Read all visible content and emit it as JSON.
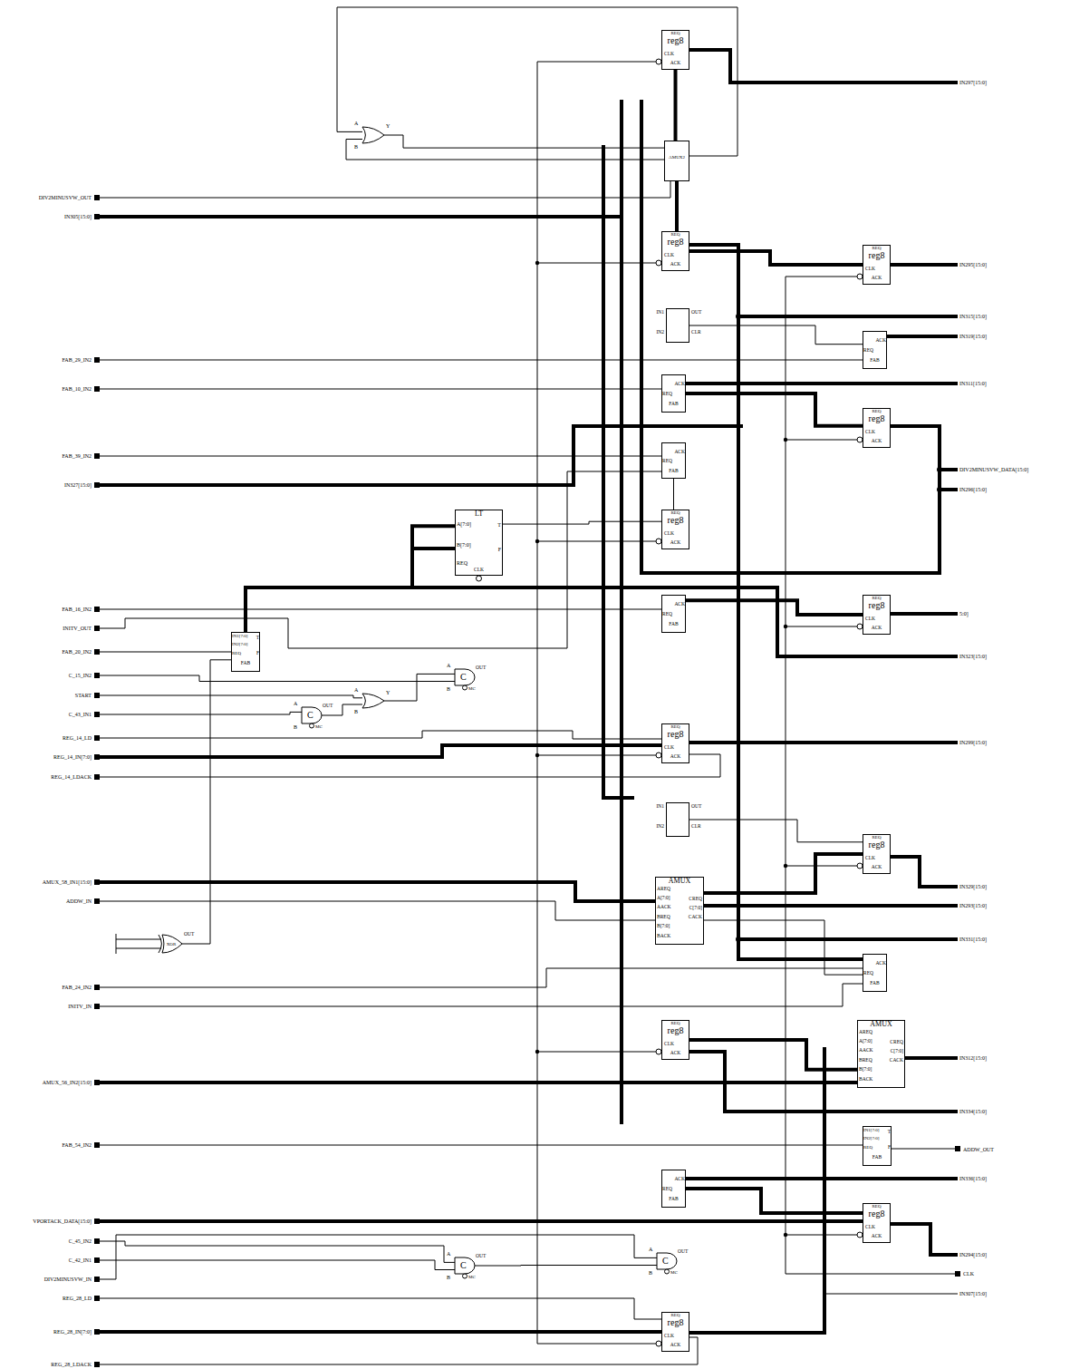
{
  "diagram": {
    "nodes": [
      {
        "text": [
          "REQ",
          "reg8",
          "CLK",
          "ACK"
        ]
      },
      {
        "text": [
          "A",
          "B",
          "Y"
        ]
      },
      {
        "text": [
          "AMUX2"
        ]
      },
      {
        "text": [
          "REQ",
          "reg8",
          "CLK",
          "ACK"
        ]
      },
      {
        "text": [
          "REQ",
          "reg8",
          "CLK",
          "ACK"
        ]
      },
      {
        "text": [
          "IN1",
          "OUT",
          "IN2",
          "CLR"
        ]
      },
      {
        "text": [
          "REQ",
          "ACK",
          "FAB"
        ]
      },
      {
        "text": [
          "REQ",
          "ACK",
          "FAB"
        ]
      },
      {
        "text": [
          "REQ",
          "reg8",
          "CLK",
          "ACK"
        ]
      },
      {
        "text": [
          "REQ",
          "ACK",
          "FAB"
        ]
      },
      {
        "text": [
          "LT",
          "A[7:0]",
          "B[7:0]",
          "REQ",
          "CLK",
          "T",
          "F"
        ]
      },
      {
        "text": [
          "REQ",
          "reg8",
          "CLK",
          "ACK"
        ]
      },
      {
        "text": [
          "REQ",
          "ACK",
          "FAB"
        ]
      },
      {
        "text": [
          "REQ",
          "reg8",
          "CLK",
          "ACK"
        ]
      },
      {
        "text": [
          "IN1[7:0]",
          "IN2[7:0]",
          "REQ",
          "FAB",
          "T",
          "F"
        ]
      },
      {
        "text": [
          "A",
          "B",
          "C",
          "OUT",
          "MC"
        ]
      },
      {
        "text": [
          "A",
          "B",
          "Y"
        ]
      },
      {
        "text": [
          "A",
          "B",
          "C",
          "OUT",
          "MC"
        ]
      },
      {
        "text": [
          "REQ",
          "reg8",
          "CLK",
          "ACK"
        ]
      },
      {
        "text": [
          "IN1",
          "OUT",
          "IN2",
          "CLR"
        ]
      },
      {
        "text": [
          "REQ",
          "reg8",
          "CLK",
          "ACK"
        ]
      },
      {
        "text": [
          "AMUX",
          "AREQ",
          "A[7:0]",
          "AACK",
          "BREQ",
          "B[7:0]",
          "BACK",
          "CREQ",
          "C[7:0]",
          "CACK"
        ]
      },
      {
        "text": [
          "XOR",
          "OUT"
        ]
      },
      {
        "text": [
          "REQ",
          "ACK",
          "FAB"
        ]
      },
      {
        "text": [
          "REQ",
          "reg8",
          "CLK",
          "ACK"
        ]
      },
      {
        "text": [
          "AMUX",
          "AREQ",
          "A[7:0]",
          "AACK",
          "BREQ",
          "B[7:0]",
          "BACK",
          "CREQ",
          "C[7:0]",
          "CACK"
        ]
      },
      {
        "text": [
          "IN1[7:0]",
          "IN2[7:0]",
          "REQ",
          "FAB",
          "T",
          "F"
        ]
      },
      {
        "text": [
          "REQ",
          "ACK",
          "FAB"
        ]
      },
      {
        "text": [
          "REQ",
          "reg8",
          "CLK",
          "ACK"
        ]
      },
      {
        "text": [
          "A",
          "B",
          "C",
          "OUT",
          "MC"
        ]
      },
      {
        "text": [
          "A",
          "B",
          "C",
          "OUT",
          "MC"
        ]
      },
      {
        "text": [
          "REQ",
          "reg8",
          "CLK",
          "ACK"
        ]
      }
    ],
    "edges": [
      {
        "from": 0,
        "to": 2,
        "arrow": "none"
      },
      {
        "from": 2,
        "to": 3,
        "arrow": "none"
      },
      {
        "from": 3,
        "to": 4,
        "arrow": "none"
      },
      {
        "from": 1,
        "to": 2,
        "arrow": "none"
      },
      {
        "from": 7,
        "to": 8,
        "arrow": "none"
      },
      {
        "from": 9,
        "to": 11,
        "arrow": "none"
      },
      {
        "from": 12,
        "to": 13,
        "arrow": "none"
      },
      {
        "from": 14,
        "to": 10,
        "arrow": "none"
      },
      {
        "from": 17,
        "to": 16,
        "arrow": "none"
      },
      {
        "from": 16,
        "to": 15,
        "arrow": "none"
      },
      {
        "from": 22,
        "to": 14,
        "arrow": "none"
      },
      {
        "from": 21,
        "to": 20,
        "arrow": "none"
      },
      {
        "from": 21,
        "to": 23,
        "arrow": "none"
      },
      {
        "from": 24,
        "to": 25,
        "arrow": "none"
      },
      {
        "from": 27,
        "to": 28,
        "arrow": "none"
      },
      {
        "from": 29,
        "to": 30,
        "arrow": "none"
      },
      {
        "from": 5,
        "to": 6,
        "arrow": "none"
      },
      {
        "from": 10,
        "to": 11,
        "arrow": "none"
      },
      {
        "from": 19,
        "to": 20,
        "arrow": "none"
      }
    ],
    "labels": [
      "DIV2MINUSVW_OUT",
      "IN305[15:0]",
      "FAB_29_IN2",
      "FAB_10_IN2",
      "FAB_39_IN2",
      "IN327[15:0]",
      "FAB_16_IN2",
      "INITV_OUT",
      "FAB_20_IN2",
      "C_15_IN2",
      "START",
      "C_43_IN1",
      "REG_14_LD",
      "REG_14_IN[7:0]",
      "REG_14_LDACK",
      "AMUX_58_IN1[15:0]",
      "ADDW_IN",
      "FAB_24_IN2",
      "INITV_IN",
      "AMUX_56_IN2[15:0]",
      "FAB_54_IN2",
      "VPORTACK_DATA[15:0]",
      "C_45_IN2",
      "C_42_IN1",
      "DIV2MINUSVW_IN",
      "REG_28_LD",
      "REG_28_IN[7:0]",
      "REG_28_LDACK",
      "IN297[15:0]",
      "IN295[15:0]",
      "IN315[15:0]",
      "IN319[15:0]",
      "IN311[15:0]",
      "DIV2MINUSVW_DATA[15:0]",
      "IN296[15:0]",
      "5:0]",
      "IN323[15:0]",
      "IN299[15:0]",
      "IN329[15:0]",
      "IN293[15:0]",
      "IN331[15:0]",
      "IN312[15:0]",
      "IN334[15:0]",
      "ADDW_OUT",
      "IN336[15:0]",
      "IN294[15:0]",
      "CLK",
      "IN307[15:0]"
    ]
  }
}
